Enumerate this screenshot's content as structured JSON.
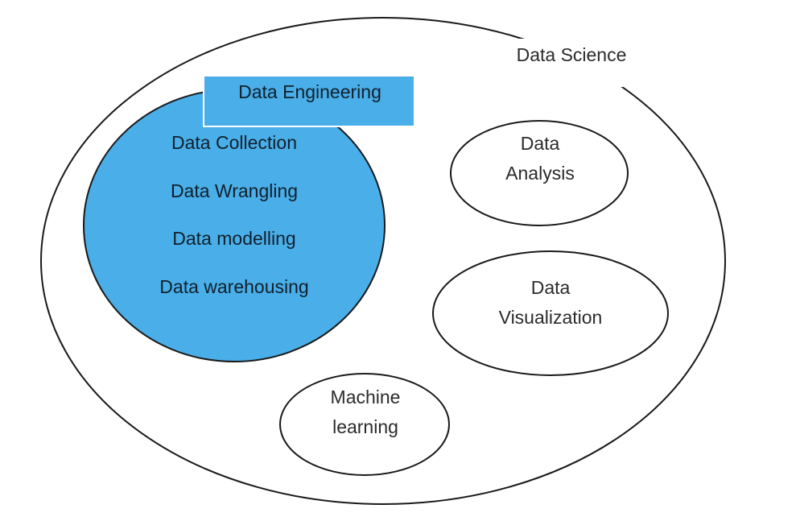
{
  "diagram": {
    "title": "Data Science",
    "colors": {
      "engineering_fill": "#4aaee8",
      "outline": "#1a1a1a",
      "background": "#ffffff"
    },
    "data_engineering": {
      "label": "Data Engineering",
      "items": [
        "Data Collection",
        "Data Wrangling",
        "Data modelling",
        "Data warehousing"
      ]
    },
    "data_analysis": {
      "lines": [
        "Data",
        "Analysis"
      ]
    },
    "data_visualization": {
      "lines": [
        "Data",
        "Visualization"
      ]
    },
    "machine_learning": {
      "lines": [
        "Machine",
        "learning"
      ]
    }
  }
}
